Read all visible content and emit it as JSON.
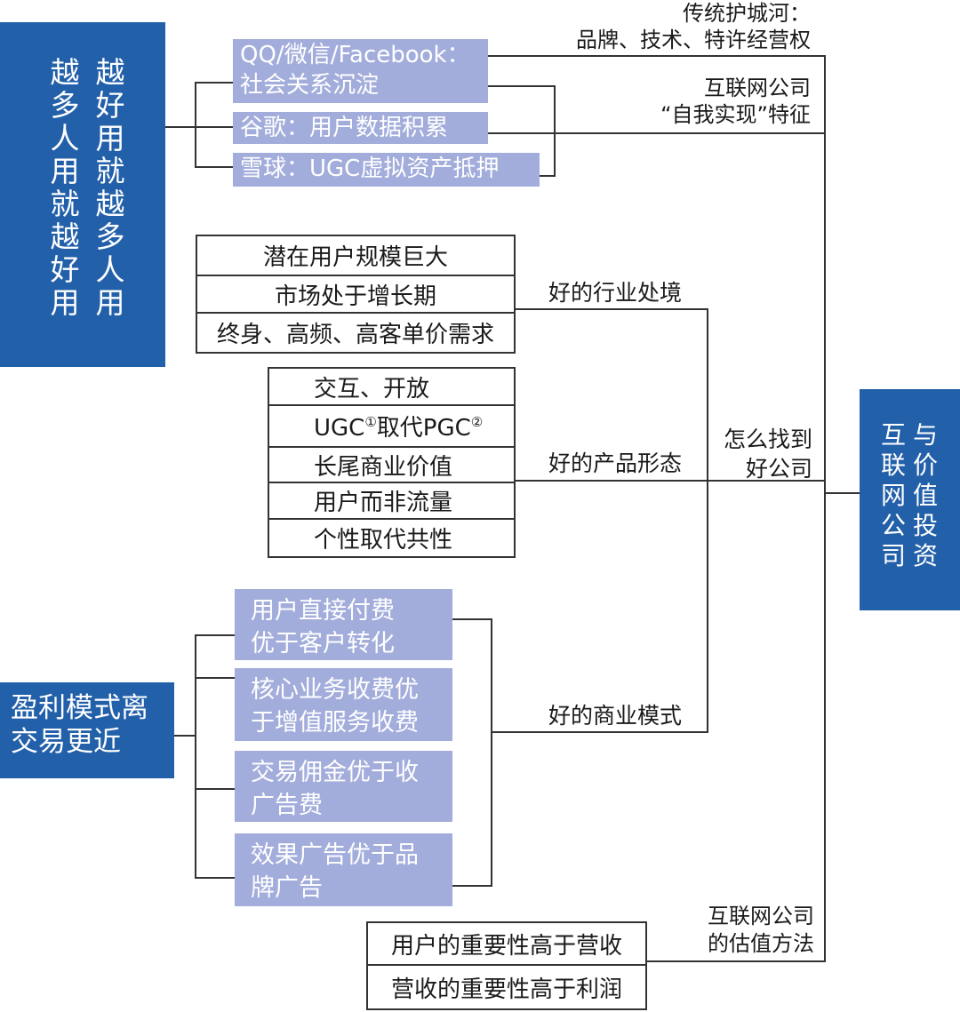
{
  "root": {
    "lines": [
      "互联网",
      "公司",
      "与价值",
      "投资"
    ],
    "chars_col1": "互联网公司",
    "chars_col2": "与价值投资"
  },
  "left_top": {
    "col1": "越多人用就越好用",
    "col2": "越好用就越多人用"
  },
  "left_bottom": {
    "line1": "盈利模式离",
    "line2": "交易更近"
  },
  "moat_items": [
    {
      "line1": "QQ/微信/Facebook：",
      "line2": "社会关系沉淀"
    },
    {
      "line1": "谷歌：用户数据积累"
    },
    {
      "line1": "雪球：UGC虚拟资产抵押"
    }
  ],
  "labels": {
    "moat_line1": "传统护城河：",
    "moat_line2": "品牌、技术、特许经营权",
    "self_line1": "互联网公司",
    "self_line2": "“自我实现”特征",
    "industry": "好的行业处境",
    "product": "好的产品形态",
    "business": "好的商业模式",
    "find_line1": "怎么找到",
    "find_line2": "好公司",
    "valuation_line1": "互联网公司",
    "valuation_line2": "的估值方法"
  },
  "industry_rows": [
    "潜在用户规模巨大",
    "市场处于增长期",
    "终身、高频、高客单价需求"
  ],
  "product_rows": [
    "交互、开放",
    "UGC",
    "①",
    "取代PGC",
    "②",
    "长尾商业价值",
    "用户而非流量",
    "个性取代共性"
  ],
  "business_items": [
    {
      "line1": "用户直接付费",
      "line2": "优于客户转化"
    },
    {
      "line1": "核心业务收费优",
      "line2": "于增值服务收费"
    },
    {
      "line1": "交易佣金优于收",
      "line2": "广告费"
    },
    {
      "line1": "效果广告优于品",
      "line2": "牌广告"
    }
  ],
  "valuation_rows": [
    "用户的重要性高于营收",
    "营收的重要性高于利润"
  ],
  "colors": {
    "dark_box": "#2360aa",
    "light_box": "#a3addb",
    "line": "#333333"
  }
}
